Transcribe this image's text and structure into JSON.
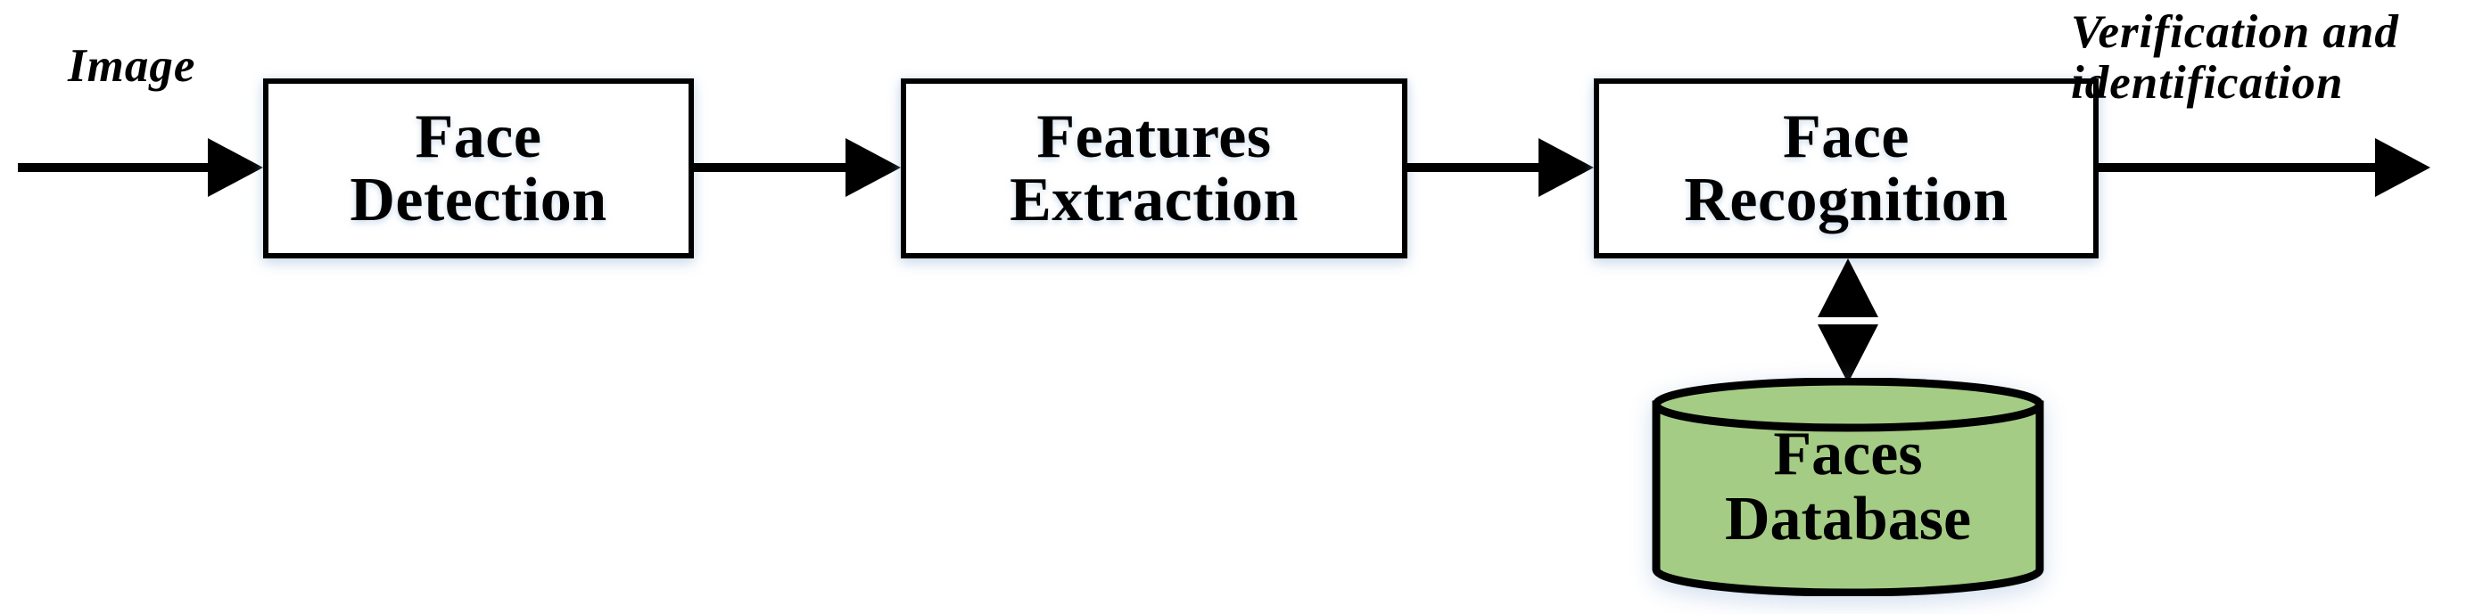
{
  "diagram": {
    "title": "Face recognition pipeline",
    "background_color": "#ffffff",
    "stroke_color": "#000000",
    "database_fill_color": "#a5cc85"
  },
  "input": {
    "label": "Image",
    "arrow_name": "input-arrow"
  },
  "stages": [
    {
      "id": "face-detection",
      "line1": "Face",
      "line2": "Detection"
    },
    {
      "id": "features-extraction",
      "line1": "Features",
      "line2": "Extraction"
    },
    {
      "id": "face-recognition",
      "line1": "Face",
      "line2": "Recognition"
    }
  ],
  "connectors": [
    {
      "id": "arrow-detection-to-extraction",
      "from": "face-detection",
      "to": "features-extraction",
      "style": "single-head-right"
    },
    {
      "id": "arrow-extraction-to-recognition",
      "from": "features-extraction",
      "to": "face-recognition",
      "style": "single-head-right"
    },
    {
      "id": "arrow-recognition-to-database",
      "from": "face-recognition",
      "to": "faces-database",
      "style": "double-head-vertical"
    }
  ],
  "database": {
    "line1": "Faces",
    "line2": "Database",
    "shape": "cylinder"
  },
  "output": {
    "label_line1": "Verification and",
    "label_line2": "identification",
    "arrow_name": "output-arrow"
  }
}
